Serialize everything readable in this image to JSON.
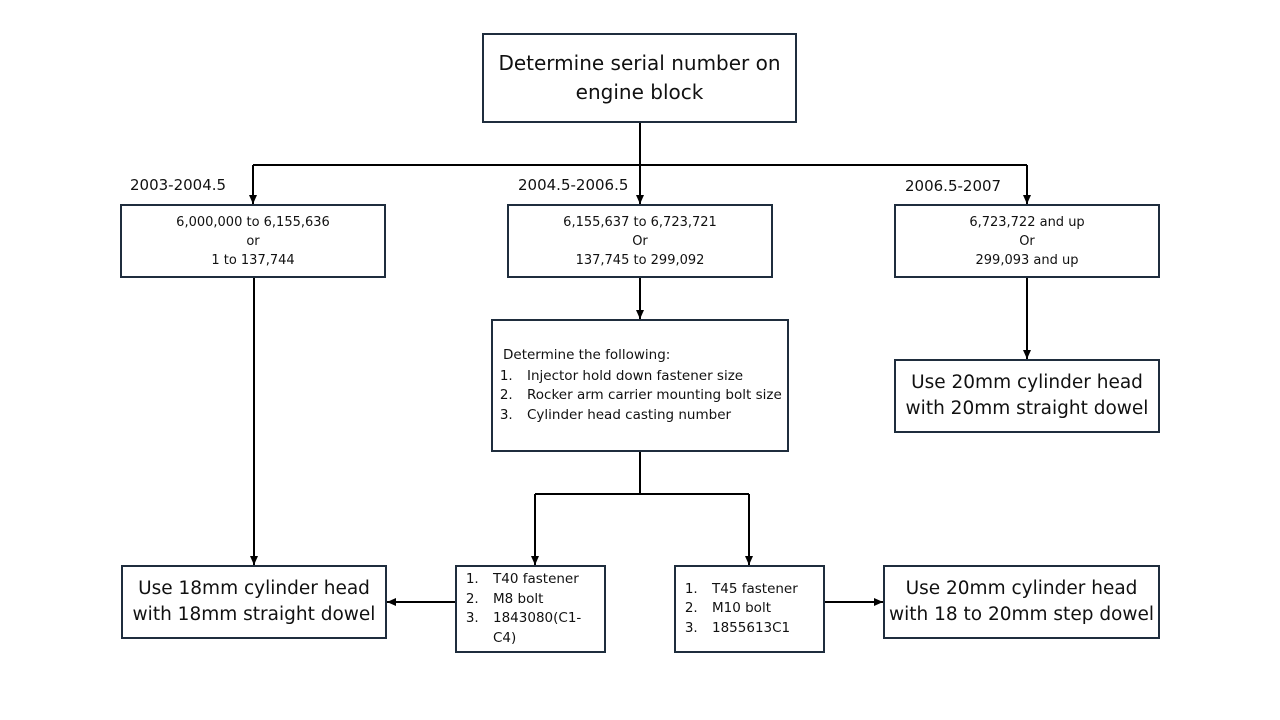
{
  "root": {
    "line1": "Determine serial number on",
    "line2": "engine block"
  },
  "branches": [
    {
      "label": "2003-2004.5",
      "lines": [
        "6,000,000 to 6,155,636",
        "or",
        "1 to 137,744"
      ]
    },
    {
      "label": "2004.5-2006.5",
      "lines": [
        "6,155,637 to 6,723,721",
        "Or",
        "137,745 to 299,092"
      ]
    },
    {
      "label": "2006.5-2007",
      "lines": [
        "6,723,722 and up",
        "Or",
        "299,093 and up"
      ]
    }
  ],
  "determine": {
    "heading": "Determine the following:",
    "items": [
      "Injector hold down fastener size",
      "Rocker arm carrier mounting bolt size",
      "Cylinder head casting number"
    ]
  },
  "option_a": {
    "items": [
      "T40 fastener",
      "M8 bolt",
      "1843080(C1-C4)"
    ]
  },
  "option_b": {
    "items": [
      "T45 fastener",
      "M10 bolt",
      "1855613C1"
    ]
  },
  "results": {
    "r18": {
      "line1": "Use 18mm cylinder head",
      "line2": "with 18mm straight dowel"
    },
    "r20_step": {
      "line1": "Use 20mm cylinder head",
      "line2": "with 18 to 20mm step dowel"
    },
    "r20_straight": {
      "line1": "Use 20mm cylinder head",
      "line2": "with 20mm straight dowel"
    }
  }
}
